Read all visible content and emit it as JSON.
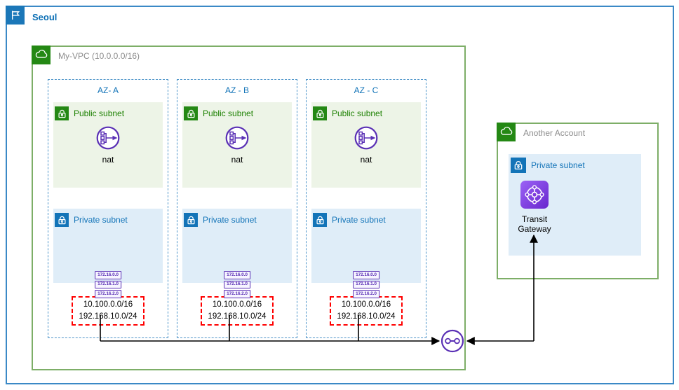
{
  "region": {
    "title": "Seoul"
  },
  "vpc": {
    "title": "My-VPC (10.0.0.0/16)"
  },
  "az_columns": [
    {
      "title": "AZ- A",
      "public_subnet": {
        "label": "Public subnet"
      },
      "nat_label": "nat",
      "private_subnet": {
        "label": "Private subnet"
      },
      "route_badges": [
        "172.16.0.0",
        "172.16.1.0",
        "172.16.2.0"
      ],
      "cidr_box": {
        "line1": "10.100.0.0/16",
        "line2": "192.168.10.0/24"
      }
    },
    {
      "title": "AZ - B",
      "public_subnet": {
        "label": "Public subnet"
      },
      "nat_label": "nat",
      "private_subnet": {
        "label": "Private subnet"
      },
      "route_badges": [
        "172.16.0.0",
        "172.16.1.0",
        "172.16.2.0"
      ],
      "cidr_box": {
        "line1": "10.100.0.0/16",
        "line2": "192.168.10.0/24"
      }
    },
    {
      "title": "AZ - C",
      "public_subnet": {
        "label": "Public subnet"
      },
      "nat_label": "nat",
      "private_subnet": {
        "label": "Private subnet"
      },
      "route_badges": [
        "172.16.0.0",
        "172.16.1.0",
        "172.16.2.0"
      ],
      "cidr_box": {
        "line1": "10.100.0.0/16",
        "line2": "192.168.10.0/24"
      }
    }
  ],
  "another_account": {
    "title": "Another Account",
    "private_subnet": {
      "label": "Private subnet"
    },
    "transit_gateway_label": "Transit Gateway"
  },
  "icons": {
    "region": "flag-icon",
    "vpc": "cloud-icon",
    "account": "cloud-icon",
    "public_subnet": "lock-icon",
    "private_subnet": "lock-icon",
    "nat": "nat-gateway-icon",
    "transit_gateway": "transit-gateway-icon",
    "vpc_attachment": "attachment-circle-icon"
  },
  "colors": {
    "region_blue": "#1b77b8",
    "az_dashed_blue": "#4d94c9",
    "vpc_border_green": "#7dae67",
    "icon_green": "#248814",
    "public_text_green": "#1d8102",
    "private_text_blue": "#1374b8",
    "public_bg": "#edf4e7",
    "private_bg": "#dfedf8",
    "gateway_purple": "#5a30b5",
    "tgw_purple_gradient": [
      "#9b62f5",
      "#6927ce"
    ],
    "alert_red": "#ff0000",
    "label_gray": "#8c8c8c"
  }
}
